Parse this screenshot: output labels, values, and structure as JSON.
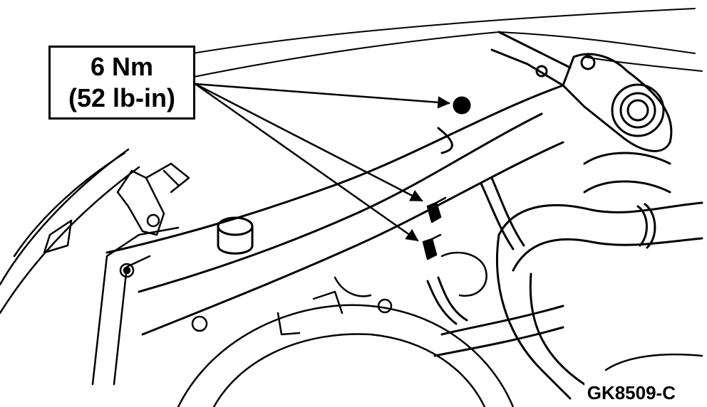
{
  "callout": {
    "torque_metric": "6 Nm",
    "torque_imperial": "(52 lb-in)"
  },
  "figure_id": "GK8509-C",
  "colors": {
    "ink": "#000000",
    "paper": "#ffffff"
  }
}
